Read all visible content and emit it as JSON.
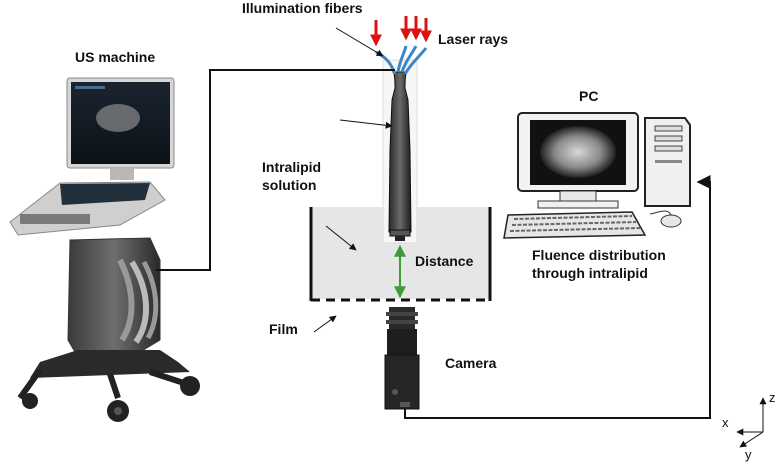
{
  "labels": {
    "illumination_fibers": "Illumination fibers",
    "laser_rays": "Laser rays",
    "us_machine": "US machine",
    "pc": "PC",
    "intralipid_line1": "Intralipid",
    "intralipid_line2": "solution",
    "distance": "Distance",
    "fluence_line1": "Fluence distribution",
    "fluence_line2": "through intralipid",
    "film": "Film",
    "camera": "Camera"
  },
  "axes": {
    "z": "z",
    "x": "x",
    "y": "y"
  },
  "colors": {
    "laser_arrow": "#dd1111",
    "fiber": "#3c87c8",
    "distance_arrow": "#3f9a3a",
    "solution": "#e6e6e6",
    "cable": "#111111"
  }
}
